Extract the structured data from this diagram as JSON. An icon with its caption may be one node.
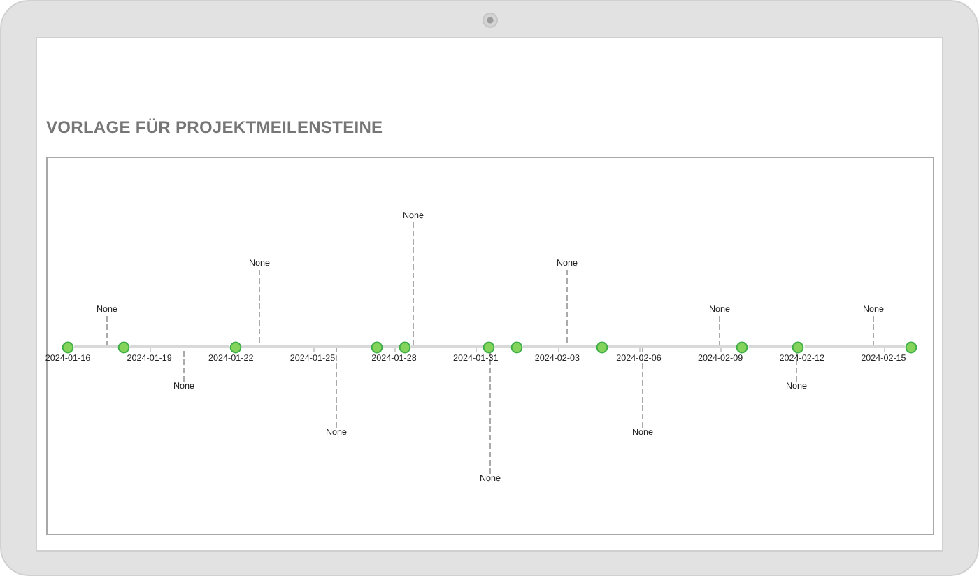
{
  "diagram": {
    "title": "VORLAGE FÜR PROJEKTMEILENSTEINE",
    "nodes": [
      {
        "text": [],
        "shape": "bar"
      },
      {
        "text": [],
        "shape": "circle"
      },
      {
        "text": [],
        "shape": "circle"
      },
      {
        "text": [],
        "shape": "circle"
      },
      {
        "text": [],
        "shape": "circle"
      },
      {
        "text": [],
        "shape": "circle"
      },
      {
        "text": [],
        "shape": "circle"
      },
      {
        "text": [],
        "shape": "circle"
      },
      {
        "text": [],
        "shape": "circle"
      },
      {
        "text": [],
        "shape": "circle"
      },
      {
        "text": [],
        "shape": "circle"
      },
      {
        "text": [],
        "shape": "circle"
      },
      {
        "text": [
          "None"
        ]
      },
      {
        "text": [
          "None"
        ]
      },
      {
        "text": [
          "None"
        ]
      },
      {
        "text": [
          "None"
        ]
      },
      {
        "text": [
          "None"
        ]
      },
      {
        "text": [
          "None"
        ]
      },
      {
        "text": [
          "None"
        ]
      },
      {
        "text": [
          "None"
        ]
      },
      {
        "text": [
          "None"
        ]
      },
      {
        "text": [
          "None"
        ]
      },
      {
        "text": [
          "None"
        ]
      }
    ],
    "edges": [
      {
        "from": 12,
        "to": 0,
        "arrow": "none",
        "style": "dashed"
      },
      {
        "from": 13,
        "to": 0,
        "arrow": "none",
        "style": "dashed"
      },
      {
        "from": 14,
        "to": 0,
        "arrow": "none",
        "style": "dashed"
      },
      {
        "from": 15,
        "to": 0,
        "arrow": "none",
        "style": "dashed"
      },
      {
        "from": 16,
        "to": 0,
        "arrow": "none",
        "style": "dashed"
      },
      {
        "from": 17,
        "to": 0,
        "arrow": "none",
        "style": "dashed"
      },
      {
        "from": 18,
        "to": 0,
        "arrow": "none",
        "style": "dashed"
      },
      {
        "from": 19,
        "to": 0,
        "arrow": "none",
        "style": "dashed"
      },
      {
        "from": 20,
        "to": 0,
        "arrow": "none",
        "style": "dashed"
      },
      {
        "from": 21,
        "to": 0,
        "arrow": "none",
        "style": "dashed"
      },
      {
        "from": 22,
        "to": 0,
        "arrow": "none",
        "style": "dashed"
      }
    ],
    "labels": [
      "2024-01-16",
      "2024-01-19",
      "2024-01-22",
      "2024-01-25",
      "2024-01-28",
      "2024-01-31",
      "2024-02-03",
      "2024-02-06",
      "2024-02-09",
      "2024-02-12",
      "2024-02-15"
    ]
  }
}
